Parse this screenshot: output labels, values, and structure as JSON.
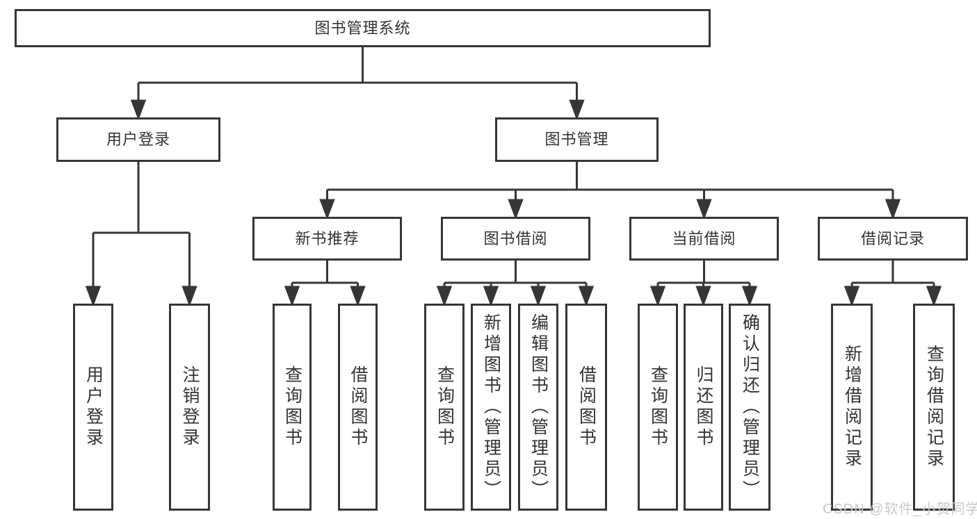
{
  "diagram": {
    "title_node": {
      "label": "图书管理系统"
    },
    "level2": [
      {
        "label": "用户登录"
      },
      {
        "label": "图书管理"
      }
    ],
    "level3": [
      {
        "label": "新书推荐"
      },
      {
        "label": "图书借阅"
      },
      {
        "label": "当前借阅"
      },
      {
        "label": "借阅记录"
      }
    ],
    "leaves": {
      "login": [
        {
          "label": "用户登录"
        },
        {
          "label": "注销登录"
        }
      ],
      "recommend": [
        {
          "label": "查询图书"
        },
        {
          "label": "借阅图书"
        }
      ],
      "borrow": [
        {
          "label": "查询图书"
        },
        {
          "label": "新增图书（管理员）"
        },
        {
          "label": "编辑图书（管理员）"
        },
        {
          "label": "借阅图书"
        }
      ],
      "current": [
        {
          "label": "查询图书"
        },
        {
          "label": "归还图书"
        },
        {
          "label": "确认归还（管理员）"
        }
      ],
      "records": [
        {
          "label": "新增借阅记录"
        },
        {
          "label": "查询借阅记录"
        }
      ]
    },
    "colors": {
      "line": "#363636",
      "box_border": "#363636",
      "box_fill": "#ffffff",
      "text": "#333333",
      "watermark": "#c9c9c9"
    },
    "watermark": "CSDN @软件_小贺同学"
  }
}
